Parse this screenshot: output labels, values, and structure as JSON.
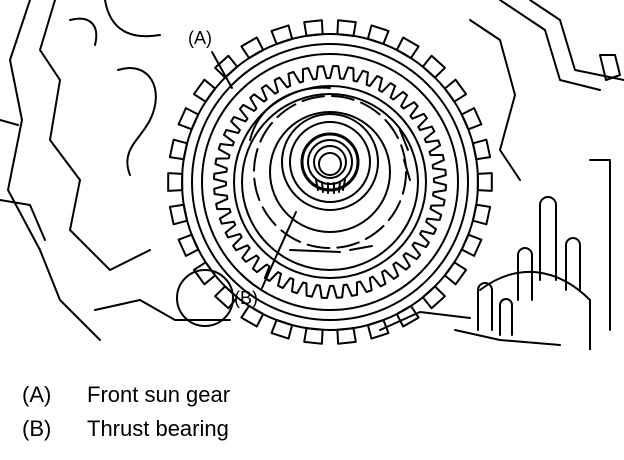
{
  "callouts": {
    "a": "(A)",
    "b": "(B)"
  },
  "legend": [
    {
      "key": "(A)",
      "text": "Front sun gear"
    },
    {
      "key": "(B)",
      "text": "Thrust bearing"
    }
  ]
}
